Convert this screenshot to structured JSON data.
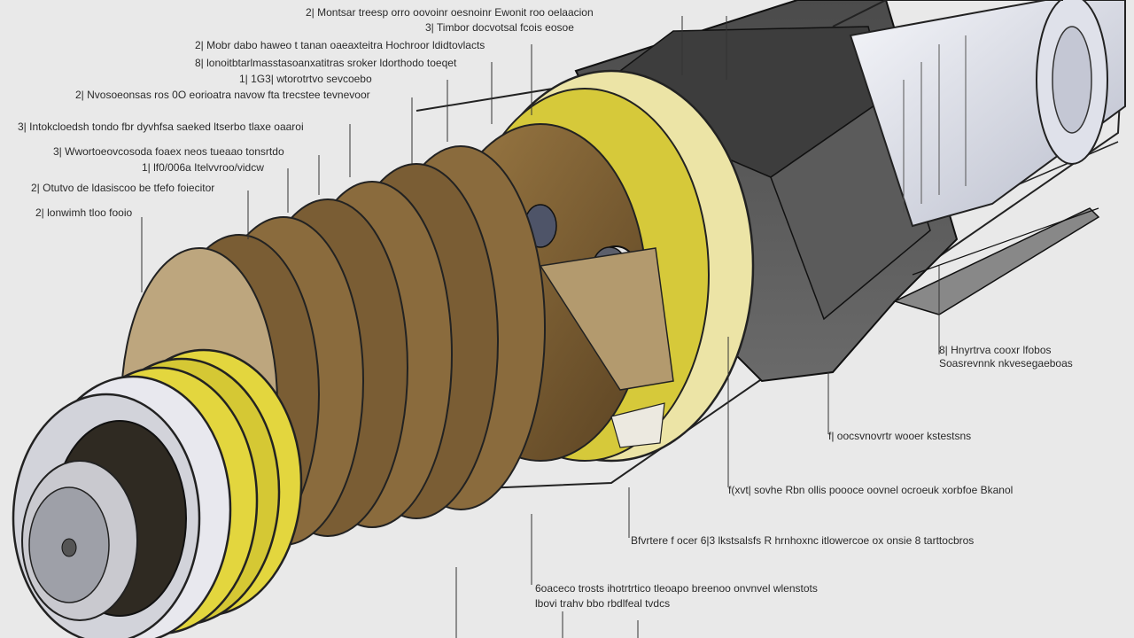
{
  "diagram": {
    "labels_left": [
      "2| Montsar treesp orro oovoinr oesnoinr Ewonit roo oelaacion",
      "3| Timbor docvotsal fcois eosoe",
      "2| Mobr dabo haweo t tanan oaeaxteitra Hochroor ldidtovlacts",
      "8| lonoitbtarlmasstasoanxatitras sroker ldorthodo toeqet",
      "1| 1G3| wtorotrtvo sevcoebo",
      "2| Nvosoeonsas ros 0O eorioatra navow fta trecstee tevnevoor",
      "3| Intokcloedsh tondo fbr dyvhfsa saeked ltserbo tlaxe oaaroi",
      "3| Wwortoeovcosoda foaex neos tueaao tonsrtdo",
      "1| lf0/006a Itelvvroo/vidcw",
      "2| Otutvo de ldasiscoo be tfefo foiecitor",
      "2| lonwimh tloo fooio"
    ],
    "labels_right": [
      "8| Hnyrtrva cooxr lfobos",
      "Soasrevnnk nkvesegaeboas",
      "f| oocsvnovrtr wooer kstestsns",
      "f(xvt| sovhe Rbn ollis poooce oovnel ocroeuk xorbfoe Bkanol",
      "Bfvrtere f ocer 6|3 lkstsalsfs R hrnhoxnc itlowercoe ox onsie 8 tarttocbros",
      "6oaceco trosts  ihotrtrtico tleoapo breenoo onvnvel wlenstots",
      "lbovi trahv bbo rbdlfeal tvdcs"
    ]
  }
}
